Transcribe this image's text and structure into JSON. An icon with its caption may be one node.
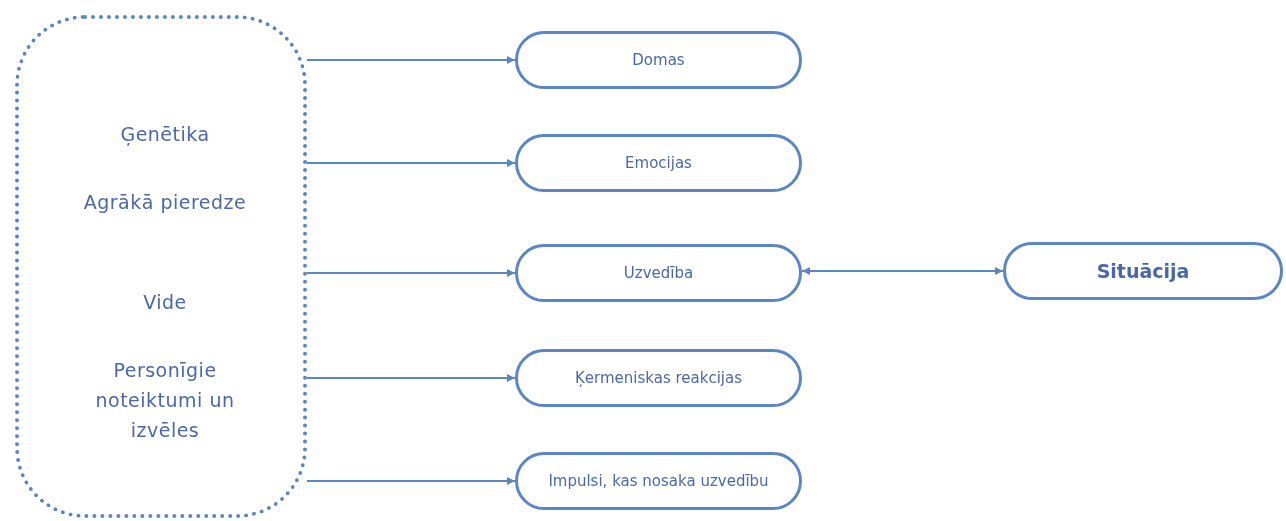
{
  "diagram": {
    "nodes": [
      {
        "text": [
          "Ģenētika",
          "Agrākā pieredze",
          "Vide",
          "Personīgie noteiktumi un izvēles"
        ]
      },
      {
        "text": [
          "Domas"
        ]
      },
      {
        "text": [
          "Emocijas"
        ]
      },
      {
        "text": [
          "Uzvedība"
        ]
      },
      {
        "text": [
          "Ķermeniskas reakcijas"
        ]
      },
      {
        "text": [
          "Impulsi, kas nosaka uzvedību"
        ]
      },
      {
        "text": [
          "Situācija"
        ]
      }
    ],
    "edges": [
      {
        "from": 0,
        "to": 1,
        "arrow": "to"
      },
      {
        "from": 0,
        "to": 2,
        "arrow": "to"
      },
      {
        "from": 0,
        "to": 3,
        "arrow": "to"
      },
      {
        "from": 0,
        "to": 4,
        "arrow": "to"
      },
      {
        "from": 0,
        "to": 5,
        "arrow": "to"
      },
      {
        "from": 3,
        "to": 6,
        "arrow": "both"
      }
    ]
  }
}
